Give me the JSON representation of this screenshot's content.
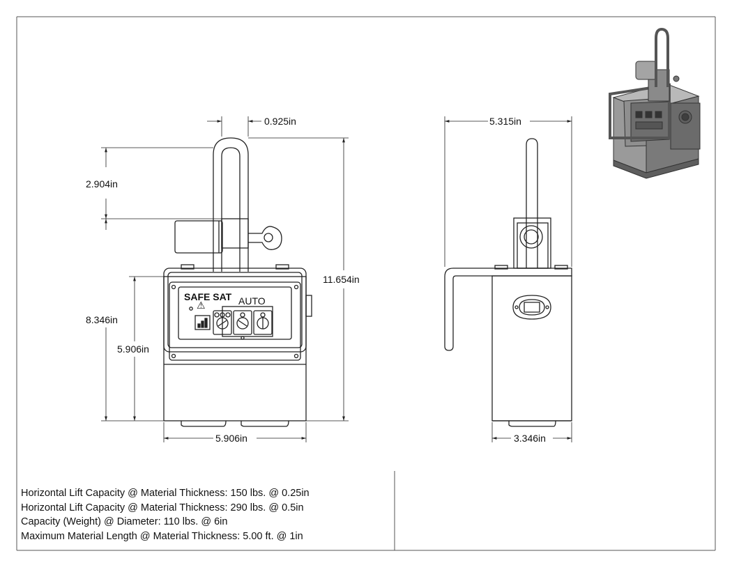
{
  "drawing": {
    "front_view": {
      "shackle_width": "0.925in",
      "shackle_height": "2.904in",
      "overall_height": "11.654in",
      "body_height": "8.346in",
      "base_height": "5.906in",
      "body_width": "5.906in",
      "panel_brand": "SAFE SAT",
      "switch_label": "AUTO",
      "warning_symbol": "⚠"
    },
    "side_view": {
      "overall_width": "5.315in",
      "body_width": "3.346in"
    },
    "specs": [
      "Horizontal Lift Capacity @ Material Thickness: 150 lbs. @ 0.25in",
      "Horizontal Lift Capacity @ Material Thickness: 290 lbs. @ 0.5in",
      "Capacity (Weight) @ Diameter: 110 lbs. @ 6in",
      "Maximum Material Length @ Material Thickness: 5.00 ft. @ 1in"
    ]
  },
  "colors": {
    "line": "#222222",
    "iso_body": "#8a8a8a",
    "iso_dark": "#5e5e5e",
    "iso_light": "#b9b9b9"
  }
}
